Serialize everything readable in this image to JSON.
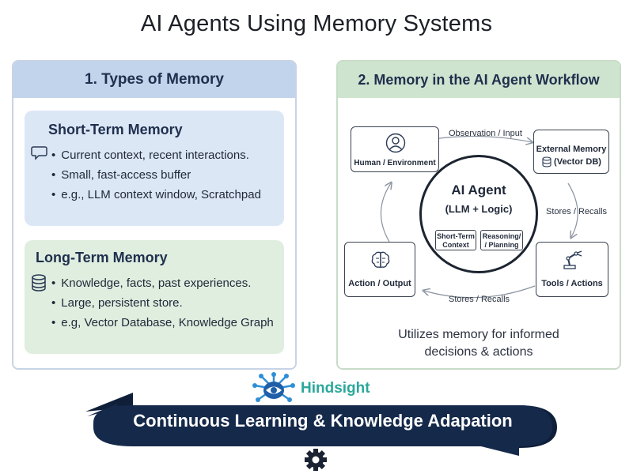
{
  "title": "AI Agents Using Memory Systems",
  "types_panel": {
    "heading": "1. Types of Memory",
    "short_term": {
      "title": "Short-Term Memory",
      "icon": "chat-bubble-icon",
      "items": [
        "Current context, recent interactions.",
        "Small, fast-access buffer",
        "e.g., LLM context window, Scratchpad"
      ]
    },
    "long_term": {
      "title": "Long-Term Memory",
      "icon": "database-icon",
      "items": [
        "Knowledge, facts, past experiences.",
        "Large, persistent store.",
        "e.g, Vector Database, Knowledge Graph"
      ]
    }
  },
  "workflow_panel": {
    "heading": "2. Memory in the AI Agent Workflow",
    "center": {
      "title": "AI Agent",
      "subtitle": "(LLM + Logic)",
      "left_box": "Short-Term Context",
      "right_box": "Reasoning/ / Planning"
    },
    "nodes": {
      "human": "Human / Environment",
      "external_memory_line1": "External Memory",
      "external_memory_line2": "(Vector DB)",
      "action": "Action / Output",
      "tools": "Tools / Actions"
    },
    "flow_labels": {
      "observation": "Observation / Input",
      "stores_recalls_right": "Stores / Recalls",
      "stores_recalls_bottom": "Stores / Recalls"
    },
    "caption_line1": "Utilizes memory for informed",
    "caption_line2": "decisions & actions"
  },
  "brand": {
    "name": "Hindsight"
  },
  "banner": {
    "text": "Continuous Learning & Knowledge Adapation"
  },
  "colors": {
    "left_header": "#c2d3ec",
    "right_header": "#cfe4cf",
    "short_card": "#dce7f6",
    "long_card": "#dfeedf",
    "banner": "#15294a",
    "brand": "#2aa89a"
  }
}
